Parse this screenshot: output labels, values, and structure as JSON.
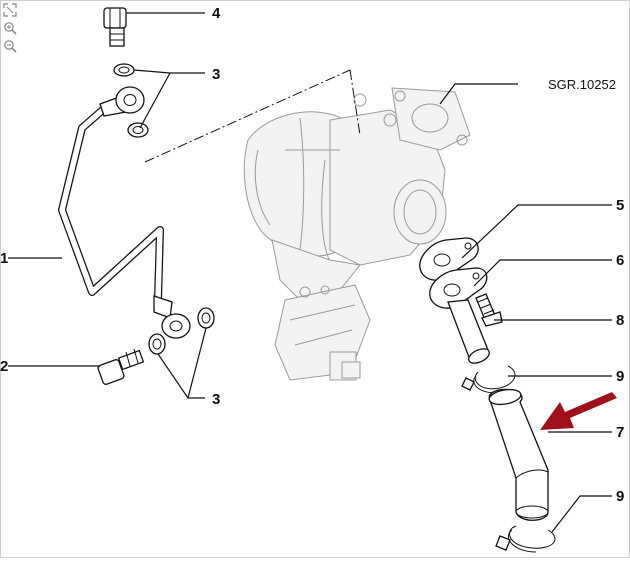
{
  "toolbar": {
    "items": [
      {
        "icon": "fit-to-window-icon"
      },
      {
        "icon": "zoom-in-icon"
      },
      {
        "icon": "zoom-out-icon"
      }
    ]
  },
  "diagram": {
    "reference": "SGR.10252",
    "callouts": [
      "4",
      "3",
      "1",
      "2",
      "3",
      "5",
      "6",
      "8",
      "9",
      "7",
      "9"
    ]
  },
  "colors": {
    "line": "#111111",
    "engine_grey": "#9a9a9a",
    "highlight_arrow": "#a0101a",
    "frame": "#cfcfcf"
  }
}
